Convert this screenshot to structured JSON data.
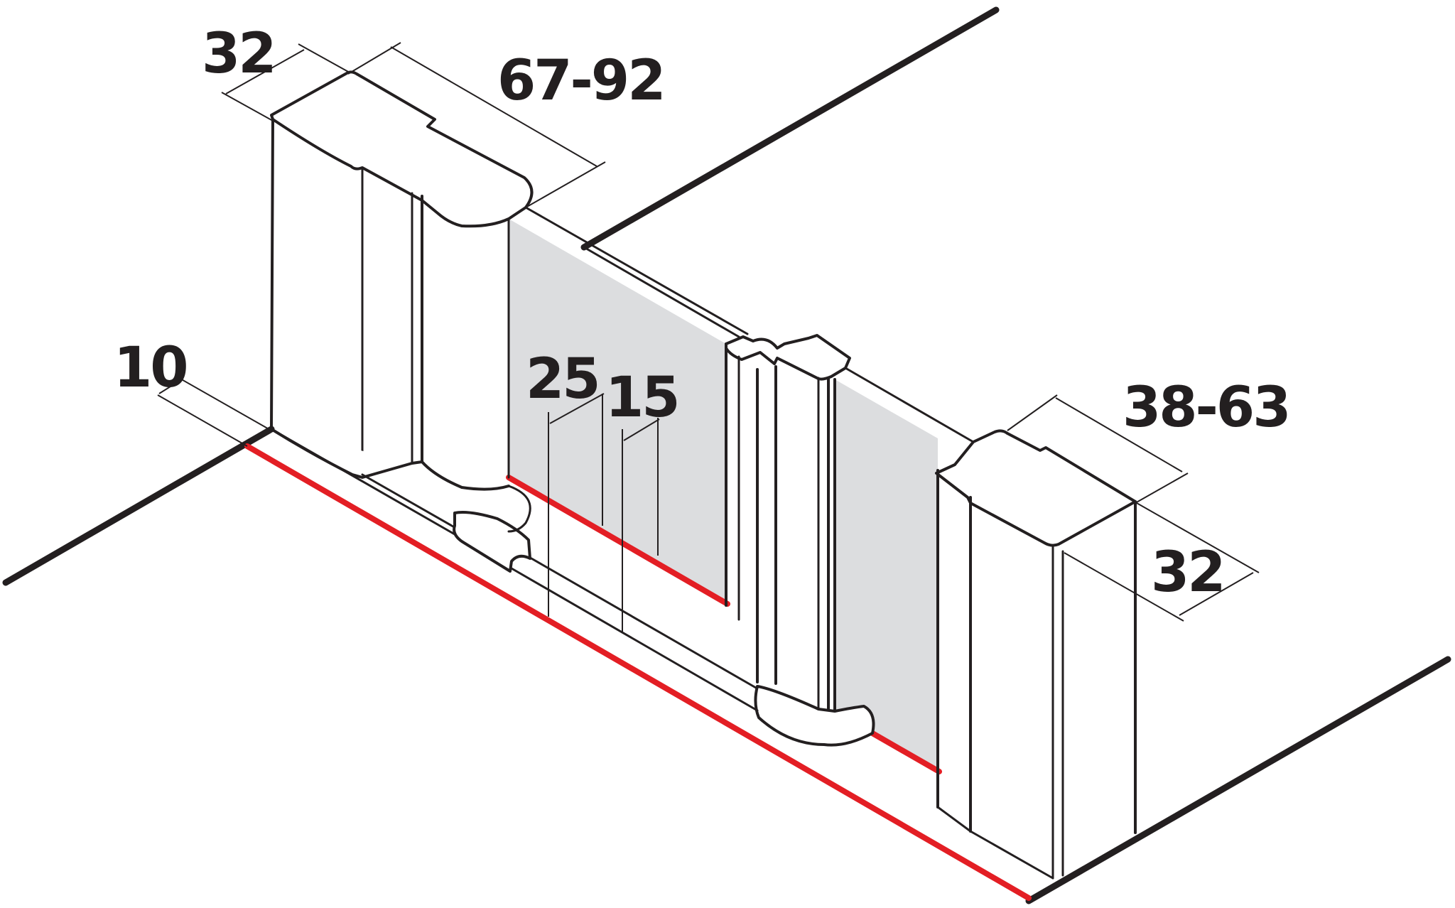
{
  "dimensions": {
    "top_depth": "32",
    "top_range": "67-92",
    "wall_offset": "10",
    "gap_a": "25",
    "gap_b": "15",
    "right_range": "38-63",
    "right_depth": "32"
  },
  "colors": {
    "line": "#231f20",
    "glass": "#dcdddf",
    "red": "#e31e24"
  }
}
